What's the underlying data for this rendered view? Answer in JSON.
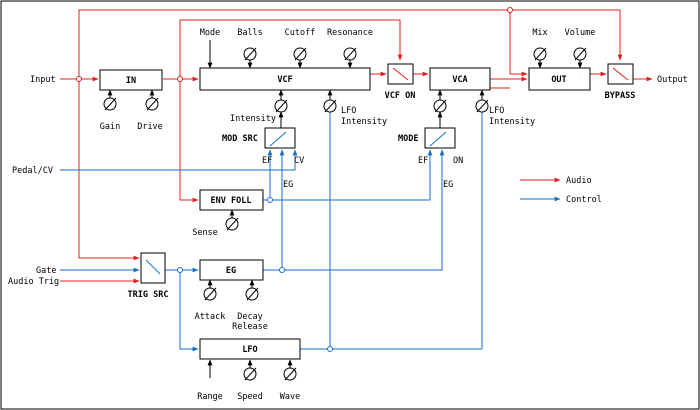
{
  "io": {
    "input": "Input",
    "output": "Output",
    "pedal_cv": "Pedal/CV",
    "gate": "Gate",
    "audio_trig": "Audio Trig"
  },
  "blocks": {
    "in": "IN",
    "vcf": "VCF",
    "vca": "VCA",
    "out": "OUT",
    "env_foll": "ENV FOLL",
    "eg": "EG",
    "lfo": "LFO"
  },
  "switches": {
    "vcf_on": "VCF ON",
    "bypass": "BYPASS",
    "mod_src": "MOD SRC",
    "mode": "MODE",
    "trig_src": "TRIG SRC"
  },
  "controls": {
    "gain": "Gain",
    "drive": "Drive",
    "mode": "Mode",
    "balls": "Balls",
    "cutoff": "Cutoff",
    "resonance": "Resonance",
    "mix": "Mix",
    "volume": "Volume",
    "intensity": "Intensity",
    "lfo_intensity_a": "LFO",
    "lfo_intensity_b": "Intensity",
    "vca_lfo_intensity_a": "LFO",
    "vca_lfo_intensity_b": "Intensity",
    "sense": "Sense",
    "attack": "Attack",
    "decay_release_a": "Decay",
    "decay_release_b": "Release",
    "range": "Range",
    "speed": "Speed",
    "wave": "Wave"
  },
  "switch_taps": {
    "mod_ef": "EF",
    "mod_eg": "EG",
    "mod_cv": "CV",
    "mode_ef": "EF",
    "mode_eg": "EG",
    "mode_on": "ON"
  },
  "legend": {
    "audio": "Audio",
    "control": "Control"
  },
  "colors": {
    "audio": "#e02020",
    "control": "#1a6fc9"
  }
}
